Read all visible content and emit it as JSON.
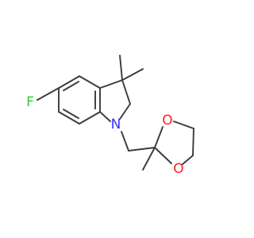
{
  "molecule": {
    "atoms": {
      "fluorine": {
        "label": "F",
        "color": "#33cc33"
      },
      "nitrogen": {
        "label": "N",
        "color": "#3333ff"
      },
      "oxygen_upper": {
        "label": "O",
        "color": "#ff2020"
      },
      "oxygen_lower": {
        "label": "O",
        "color": "#ff2020"
      }
    },
    "bond_color": "#3a3a3a",
    "background": "#ffffff"
  }
}
